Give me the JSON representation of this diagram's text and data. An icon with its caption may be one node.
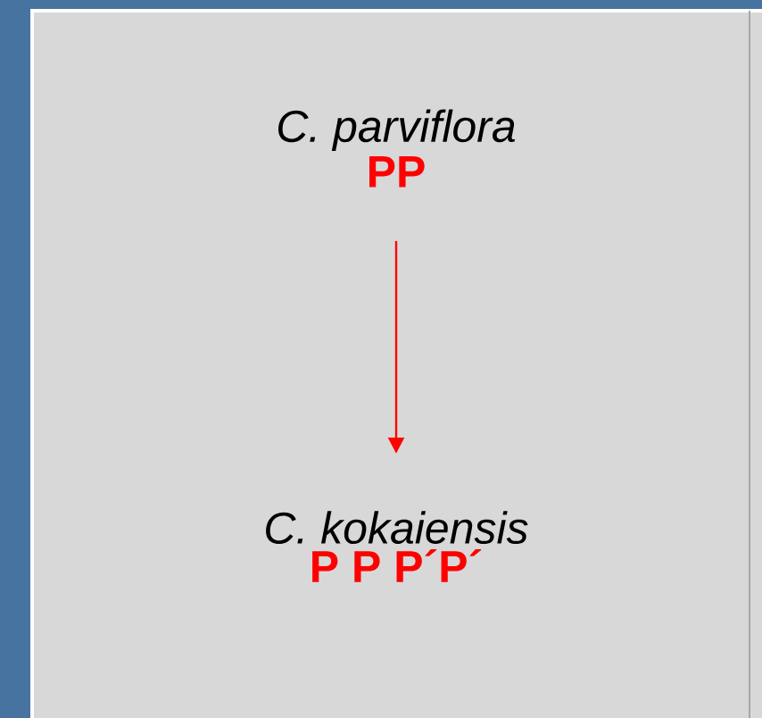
{
  "diagram": {
    "nodes": [
      {
        "text": [
          "C. parviflora",
          "PP"
        ]
      },
      {
        "text": [
          "C. kokaiensis",
          "P P P´P´"
        ]
      }
    ],
    "edges": [
      {
        "from": 0,
        "to": 1,
        "arrow": "to",
        "color": "#ff0000"
      }
    ]
  }
}
